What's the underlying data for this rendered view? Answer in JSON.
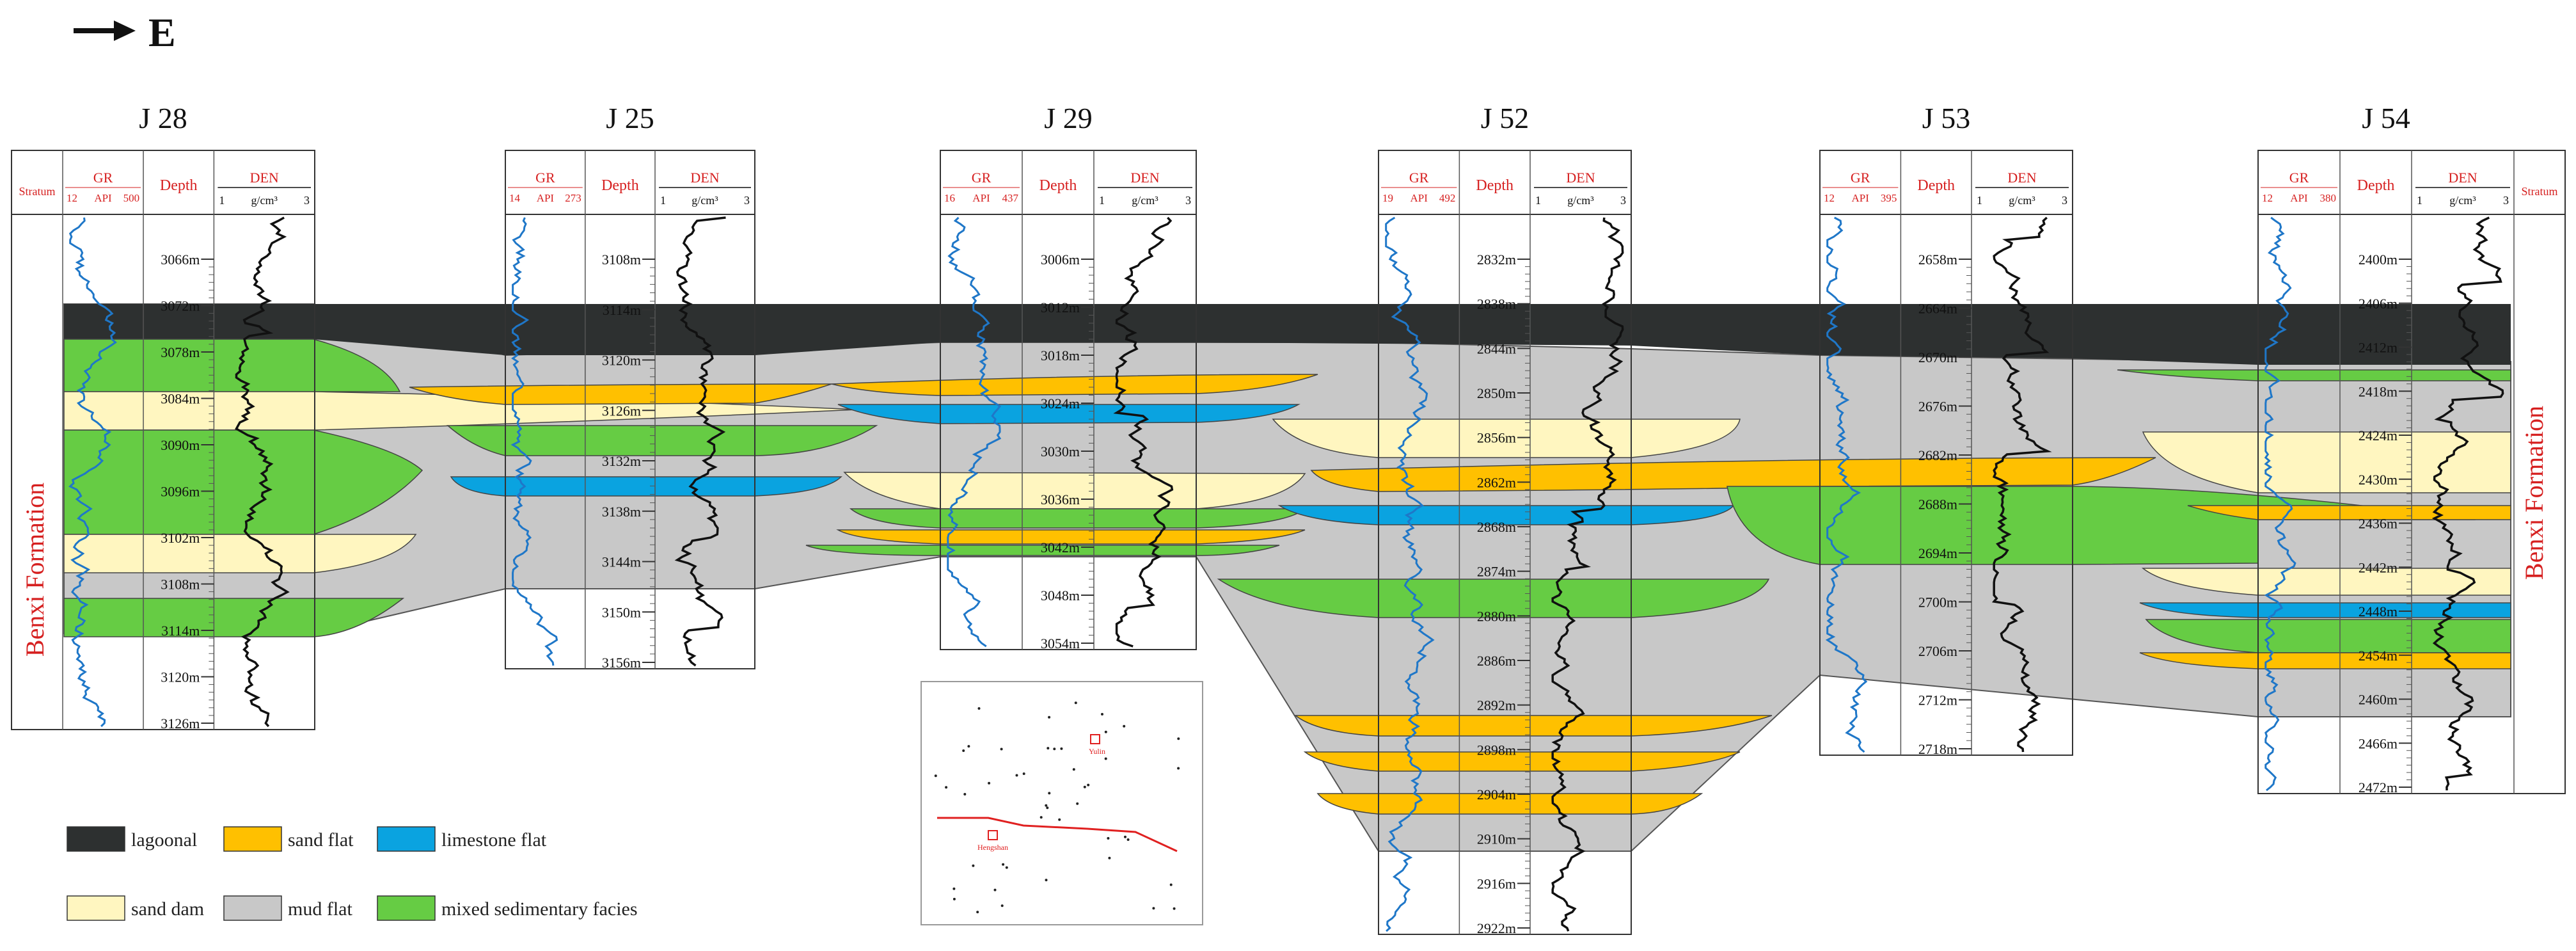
{
  "direction": "E",
  "stratum_name": "Benxi Formation",
  "header": {
    "stratum": "Stratum",
    "gr": "GR",
    "api": "API",
    "depth": "Depth",
    "den": "DEN",
    "den_min": "1",
    "den_max": "3",
    "den_unit": "g/cm³"
  },
  "wells": [
    {
      "name": "J 28",
      "gr_min": "12",
      "gr_max": "500",
      "depths": [
        "3066m",
        "3072m",
        "3078m",
        "3084m",
        "3090m",
        "3096m",
        "3102m",
        "3108m",
        "3114m",
        "3120m",
        "3126m"
      ]
    },
    {
      "name": "J 25",
      "gr_min": "14",
      "gr_max": "273",
      "depths": [
        "3108m",
        "3114m",
        "3120m",
        "3126m",
        "3132m",
        "3138m",
        "3144m",
        "3150m",
        "3156m"
      ]
    },
    {
      "name": "J 29",
      "gr_min": "16",
      "gr_max": "437",
      "depths": [
        "3006m",
        "3012m",
        "3018m",
        "3024m",
        "3030m",
        "3036m",
        "3042m",
        "3048m",
        "3054m"
      ]
    },
    {
      "name": "J 52",
      "gr_min": "19",
      "gr_max": "492",
      "depths": [
        "2832m",
        "2838m",
        "2844m",
        "2850m",
        "2856m",
        "2862m",
        "2868m",
        "2874m",
        "2880m",
        "2886m",
        "2892m",
        "2898m",
        "2904m",
        "2910m",
        "2916m",
        "2922m"
      ]
    },
    {
      "name": "J 53",
      "gr_min": "12",
      "gr_max": "395",
      "depths": [
        "2658m",
        "2664m",
        "2670m",
        "2676m",
        "2682m",
        "2688m",
        "2694m",
        "2700m",
        "2706m",
        "2712m",
        "2718m"
      ]
    },
    {
      "name": "J 54",
      "gr_min": "12",
      "gr_max": "380",
      "depths": [
        "2400m",
        "2406m",
        "2412m",
        "2418m",
        "2424m",
        "2430m",
        "2436m",
        "2442m",
        "2448m",
        "2454m",
        "2460m",
        "2466m",
        "2472m"
      ]
    }
  ],
  "legend": [
    {
      "label": "lagoonal",
      "color": "#2d3030"
    },
    {
      "label": "sand flat",
      "color": "#ffc000"
    },
    {
      "label": "limestone flat",
      "color": "#0aa3e0"
    },
    {
      "label": "sand dam",
      "color": "#fff6c0"
    },
    {
      "label": "mud flat",
      "color": "#c8c8c8"
    },
    {
      "label": "mixed sedimentary facies",
      "color": "#66cc44"
    }
  ],
  "map": {
    "labels": [
      "Yulin",
      "Hengshan"
    ]
  },
  "colors": {
    "lagoonal": "#2d3030",
    "mud_flat": "#c8c8c8",
    "sand_flat": "#ffc000",
    "limestone_flat": "#0aa3e0",
    "sand_dam": "#fff6c0",
    "mixed": "#66cc44",
    "gr_curve": "#1f77c8",
    "header_red": "#d62020"
  }
}
